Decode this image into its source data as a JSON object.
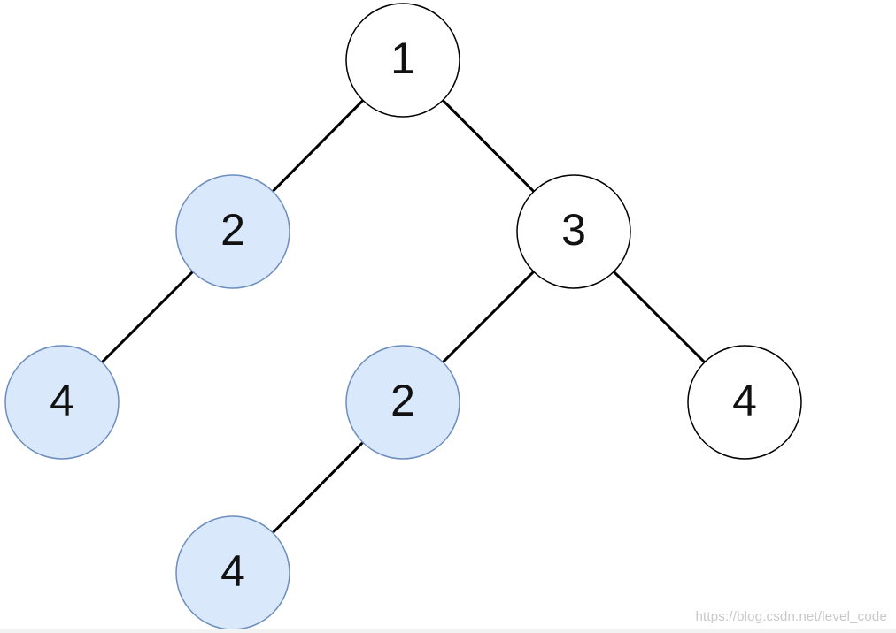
{
  "colors": {
    "highlight_fill": "#dae8fc",
    "highlight_stroke": "#6c8ebf",
    "plain_fill": "#ffffff",
    "plain_stroke": "#000000",
    "edge": "#000000"
  },
  "nodes": [
    {
      "id": "n1",
      "label": "1",
      "highlighted": false
    },
    {
      "id": "n2",
      "label": "2",
      "highlighted": true
    },
    {
      "id": "n3",
      "label": "3",
      "highlighted": false
    },
    {
      "id": "n4a",
      "label": "4",
      "highlighted": true
    },
    {
      "id": "n2b",
      "label": "2",
      "highlighted": true
    },
    {
      "id": "n4c",
      "label": "4",
      "highlighted": false
    },
    {
      "id": "n4b",
      "label": "4",
      "highlighted": true
    }
  ],
  "edges": [
    {
      "from": "n1",
      "to": "n2"
    },
    {
      "from": "n1",
      "to": "n3"
    },
    {
      "from": "n2",
      "to": "n4a"
    },
    {
      "from": "n3",
      "to": "n2b"
    },
    {
      "from": "n3",
      "to": "n4c"
    },
    {
      "from": "n2b",
      "to": "n4b"
    }
  ],
  "watermark": "https://blog.csdn.net/level_code"
}
